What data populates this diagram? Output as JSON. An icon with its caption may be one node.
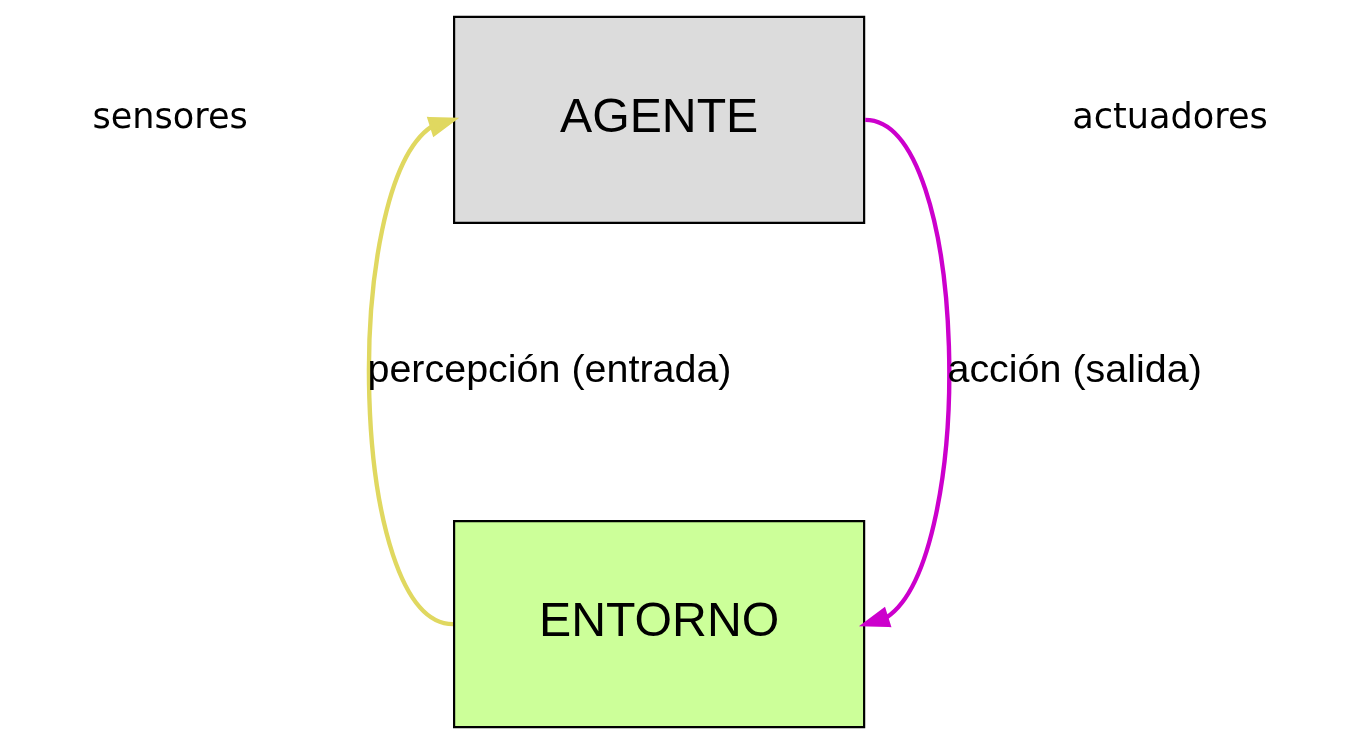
{
  "diagram": {
    "nodes": [
      {
        "text": [
          "AGENTE"
        ]
      },
      {
        "text": [
          "ENTORNO"
        ]
      }
    ],
    "edges": [
      {
        "from": 0,
        "to": 1,
        "arrow": "to",
        "label": "acción (salida)",
        "color": "#cc00cc"
      },
      {
        "from": 1,
        "to": 0,
        "arrow": "to",
        "label": "percepción (entrada)",
        "color": "#e0d860"
      }
    ],
    "labels": [
      "sensores",
      "actuadores"
    ]
  }
}
